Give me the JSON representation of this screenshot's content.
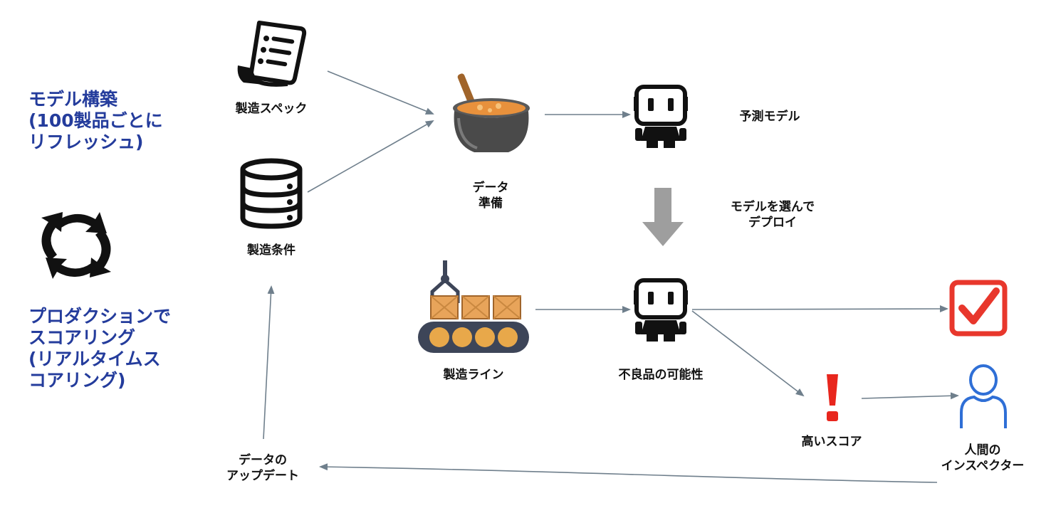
{
  "side": {
    "build_title": "モデル構築\n(100製品ごとに\nリフレッシュ)",
    "score_title": "プロダクションで\nスコアリング\n(リアルタイムス\nコアリング)"
  },
  "labels": {
    "spec": "製造スペック",
    "conditions": "製造条件",
    "data_prep": "データ\n準備",
    "model": "予測モデル",
    "deploy": "モデルを選んで\nデプロイ",
    "line": "製造ライン",
    "defect": "不良品の可能性",
    "high_score": "高いスコア",
    "inspector": "人間の\nインスペクター",
    "data_update": "データの\nアップデート"
  },
  "icons": {
    "cycle": "refresh-cycle-icon",
    "spec": "document-list-icon",
    "conditions": "database-icon",
    "data_prep": "cooking-pot-icon",
    "model": "robot-icon",
    "deploy_arrow": "down-arrow-icon",
    "line": "conveyor-belt-icon",
    "defect": "robot-icon",
    "ok": "checkbox-icon",
    "alert": "exclamation-icon",
    "inspector": "person-icon"
  },
  "colors": {
    "title_blue": "#243c9c",
    "connector": "#6f7f8c",
    "deploy_arrow": "#9e9e9e",
    "check_red": "#e8372c",
    "alert_red": "#e8261d",
    "person_blue": "#2f6fd6"
  }
}
